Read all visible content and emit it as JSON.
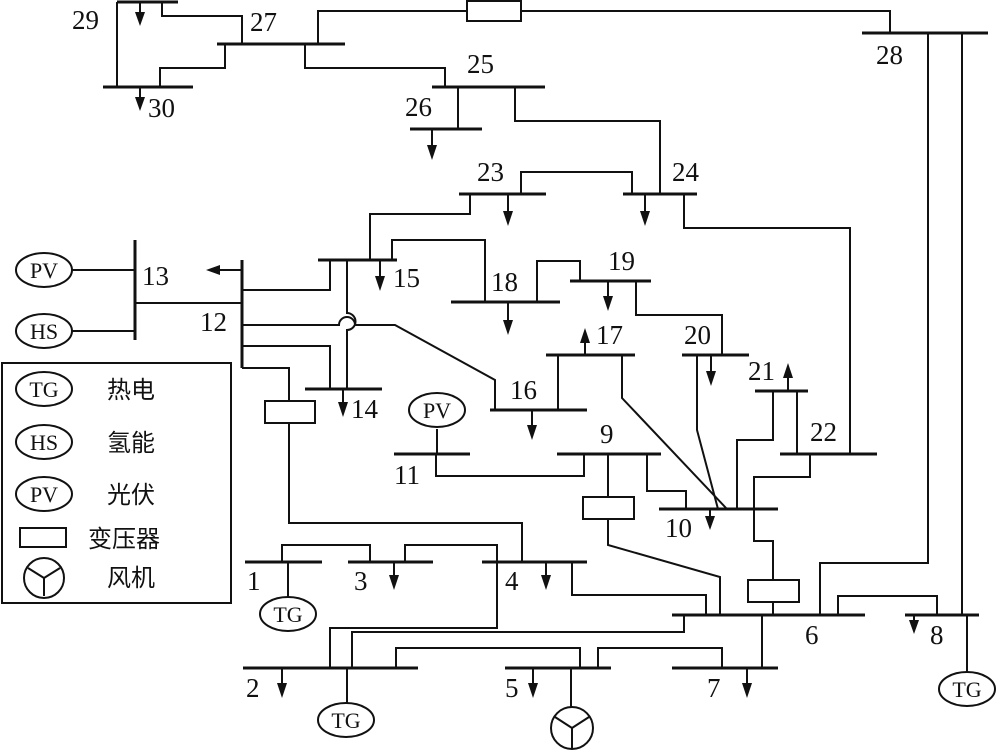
{
  "buses": {
    "b1": "1",
    "b2": "2",
    "b3": "3",
    "b4": "4",
    "b5": "5",
    "b6": "6",
    "b7": "7",
    "b8": "8",
    "b9": "9",
    "b10": "10",
    "b11": "11",
    "b12": "12",
    "b13": "13",
    "b14": "14",
    "b15": "15",
    "b16": "16",
    "b17": "17",
    "b18": "18",
    "b19": "19",
    "b20": "20",
    "b21": "21",
    "b22": "22",
    "b23": "23",
    "b24": "24",
    "b25": "25",
    "b26": "26",
    "b27": "27",
    "b28": "28",
    "b29": "29",
    "b30": "30"
  },
  "symbols": {
    "tg": "TG",
    "pv": "PV",
    "hs": "HS"
  },
  "legend": {
    "items": [
      {
        "symbol": "TG",
        "label": "热电"
      },
      {
        "symbol": "HS",
        "label": "氢能"
      },
      {
        "symbol": "PV",
        "label": "光伏"
      },
      {
        "symbol": "transformer",
        "label": "变压器"
      },
      {
        "symbol": "wind-turbine",
        "label": "风机"
      }
    ]
  }
}
